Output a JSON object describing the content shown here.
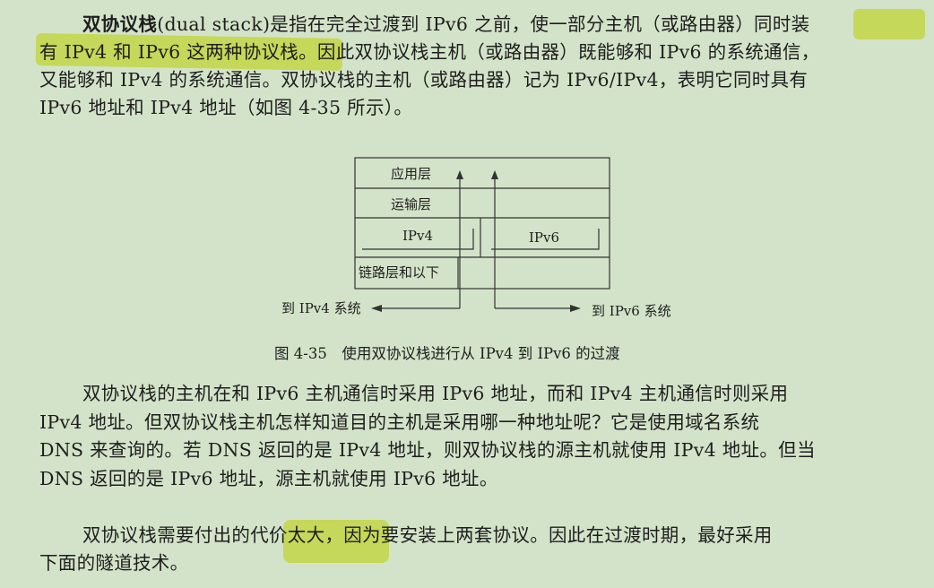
{
  "paragraph1": {
    "line1_term": "双协议栈",
    "line1_rest": "(dual stack)是指在完全过渡到 IPv6 之前，使一部分主机（或路由器）同时装",
    "line2": "有 IPv4 和 IPv6 这两种协议栈。因此双协议栈主机（或路由器）既能够和 IPv6 的系统通信，",
    "line3": "又能够和 IPv4 的系统通信。双协议栈的主机（或路由器）记为 IPv6/IPv4，表明它同时具有",
    "line4": "IPv6 地址和 IPv4 地址（如图 4-35 所示）。"
  },
  "figure": {
    "layers": {
      "application": "应用层",
      "transport": "运输层",
      "ipv4": "IPv4",
      "ipv6": "IPv6",
      "link": "链路层和以下"
    },
    "to_ipv4": "到 IPv4 系统",
    "to_ipv6": "到 IPv6 系统",
    "caption": "图 4-35　使用双协议栈进行从 IPv4 到 IPv6 的过渡"
  },
  "paragraph2": {
    "line1": "双协议栈的主机在和 IPv6 主机通信时采用 IPv6 地址，而和 IPv4 主机通信时则采用",
    "line2": "IPv4 地址。但双协议栈主机怎样知道目的主机是采用哪一种地址呢？它是使用域名系统",
    "line3": "DNS 来查询的。若 DNS 返回的是 IPv4 地址，则双协议栈的源主机就使用 IPv4 地址。但当",
    "line4": "DNS 返回的是 IPv6 地址，源主机就使用 IPv6 地址。"
  },
  "paragraph3": {
    "line1": "双协议栈需要付出的代价太大，因为要安装上两套协议。因此在过渡时期，最好采用",
    "line2": "下面的隧道技术。"
  },
  "highlight_color": "#e8ef3a"
}
